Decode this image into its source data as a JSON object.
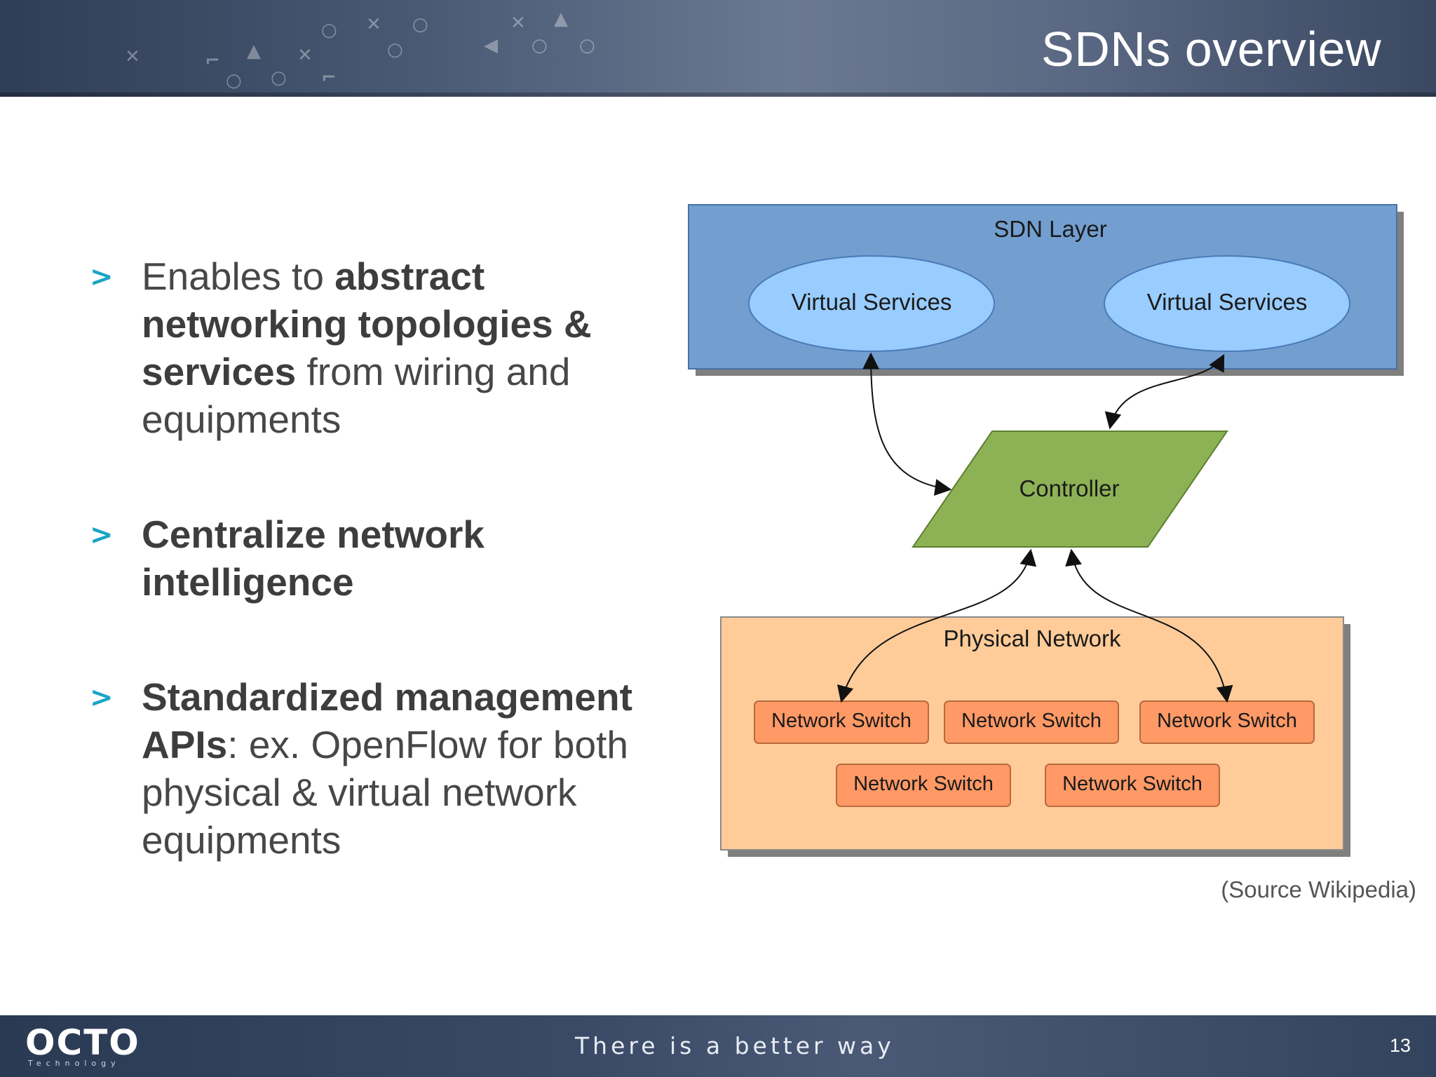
{
  "slide": {
    "title": "SDNs overview",
    "page_number": "13",
    "source_note": "(Source Wikipedia)"
  },
  "bullets": [
    {
      "marker": ">",
      "lines": [
        [
          {
            "t": "Enables to ",
            "b": false
          },
          {
            "t": "abstract",
            "b": true
          }
        ],
        [
          {
            "t": "networking topologies &",
            "b": true
          }
        ],
        [
          {
            "t": "services",
            "b": true
          },
          {
            "t": " from wiring and",
            "b": false
          }
        ],
        [
          {
            "t": "equipments",
            "b": false
          }
        ]
      ]
    },
    {
      "marker": ">",
      "lines": [
        [
          {
            "t": "Centralize network",
            "b": true
          }
        ],
        [
          {
            "t": "intelligence",
            "b": true
          }
        ]
      ]
    },
    {
      "marker": ">",
      "lines": [
        [
          {
            "t": "Standardized management",
            "b": true
          }
        ],
        [
          {
            "t": "APIs",
            "b": true
          },
          {
            "t": ": ex. OpenFlow for both",
            "b": false
          }
        ],
        [
          {
            "t": "physical & virtual network",
            "b": false
          }
        ],
        [
          {
            "t": "equipments",
            "b": false
          }
        ]
      ]
    }
  ],
  "diagram": {
    "sdn_layer_label": "SDN Layer",
    "virtual_services": [
      "Virtual Services",
      "Virtual Services"
    ],
    "controller_label": "Controller",
    "physical_network_label": "Physical Network",
    "switches_row1": [
      "Network Switch",
      "Network Switch",
      "Network Switch"
    ],
    "switches_row2": [
      "Network Switch",
      "Network Switch"
    ],
    "colors": {
      "sdn_layer_fill": "#729fcf",
      "virtual_service_fill": "#99ccff",
      "controller_fill": "#8db255",
      "physical_fill": "#ffcc99",
      "switch_fill": "#ff9966"
    }
  },
  "footer": {
    "logo": "OCTO",
    "logo_sub": "Technology",
    "tagline": "There is a better way"
  }
}
